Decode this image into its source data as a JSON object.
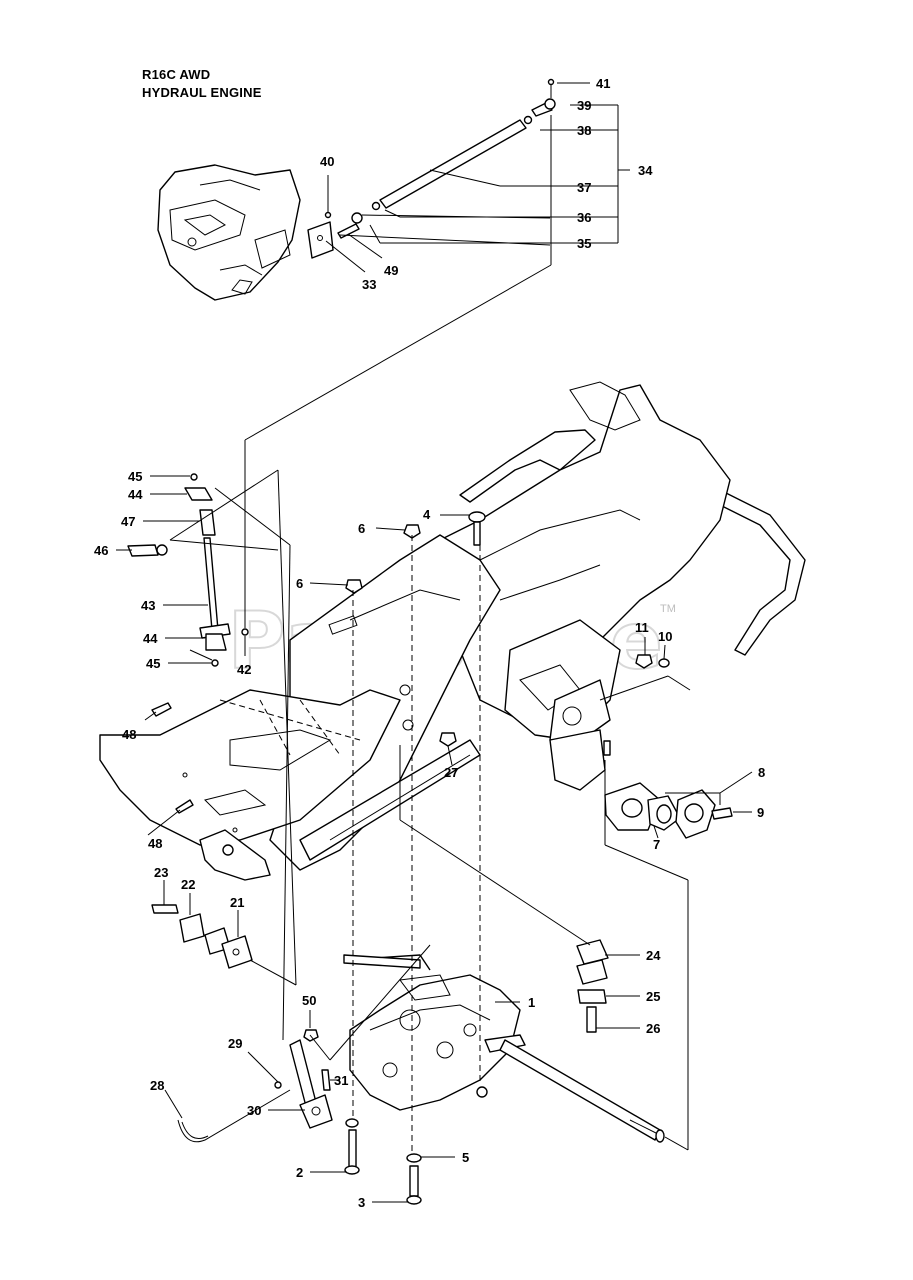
{
  "title": {
    "line1": "R16C AWD",
    "line2": "HYDRAUL ENGINE"
  },
  "watermark": {
    "text": "PartsTree",
    "tm": "TM"
  },
  "callouts": {
    "c1": "1",
    "c2": "2",
    "c3": "3",
    "c4": "4",
    "c5": "5",
    "c6a": "6",
    "c6b": "6",
    "c7": "7",
    "c8": "8",
    "c9": "9",
    "c10": "10",
    "c11": "11",
    "c21": "21",
    "c22": "22",
    "c23": "23",
    "c24": "24",
    "c25": "25",
    "c26": "26",
    "c27": "27",
    "c28": "28",
    "c29": "29",
    "c30": "30",
    "c31": "31",
    "c33": "33",
    "c34": "34",
    "c35": "35",
    "c36": "36",
    "c37": "37",
    "c38": "38",
    "c39": "39",
    "c40": "40",
    "c41": "41",
    "c42": "42",
    "c43": "43",
    "c44a": "44",
    "c44b": "44",
    "c45a": "45",
    "c45b": "45",
    "c46": "46",
    "c47": "47",
    "c48a": "48",
    "c48b": "48",
    "c49": "49",
    "c50": "50"
  },
  "colors": {
    "ink": "#000000",
    "background": "#ffffff",
    "watermark": "#cfcfcf"
  }
}
